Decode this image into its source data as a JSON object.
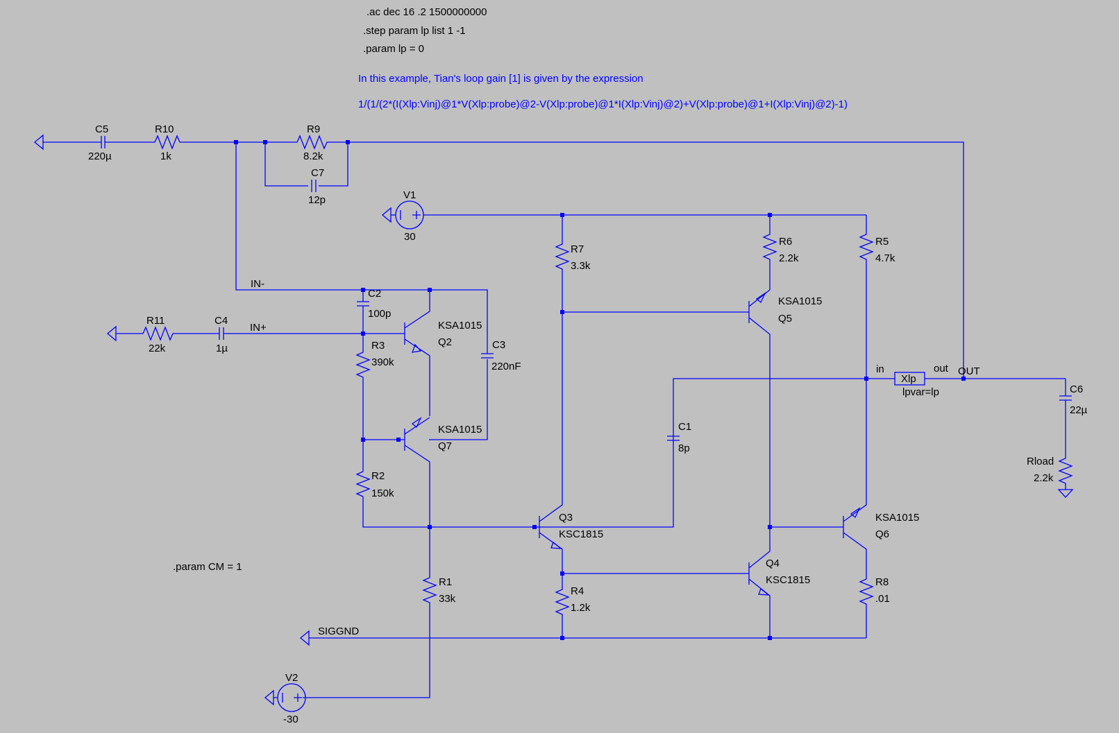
{
  "directives": {
    "ac": ".ac dec 16 .2 1500000000",
    "step": ".step param lp list 1 -1",
    "param_lp": ".param lp = 0",
    "param_cm": ".param CM = 1"
  },
  "comments": {
    "line1": "In this example, Tian's loop gain [1] is given by the expression",
    "line2": "1/(1/(2*(I(Xlp:Vinj)@1*V(Xlp:probe)@2-V(Xlp:probe)@1*I(Xlp:Vinj)@2)+V(Xlp:probe)@1+I(Xlp:Vinj)@2)-1)"
  },
  "components": {
    "C5": {
      "name": "C5",
      "value": "220µ"
    },
    "R10": {
      "name": "R10",
      "value": "1k"
    },
    "R9": {
      "name": "R9",
      "value": "8.2k"
    },
    "C7": {
      "name": "C7",
      "value": "12p"
    },
    "V1": {
      "name": "V1",
      "value": "30"
    },
    "R7": {
      "name": "R7",
      "value": "3.3k"
    },
    "R6": {
      "name": "R6",
      "value": "2.2k"
    },
    "R5": {
      "name": "R5",
      "value": "4.7k"
    },
    "C2": {
      "name": "C2",
      "value": "100p"
    },
    "R11": {
      "name": "R11",
      "value": "22k"
    },
    "C4": {
      "name": "C4",
      "value": "1µ"
    },
    "R3": {
      "name": "R3",
      "value": "390k"
    },
    "Q2": {
      "name": "Q2",
      "model": "KSA1015"
    },
    "C3": {
      "name": "C3",
      "value": "220nF"
    },
    "Q7": {
      "name": "Q7",
      "model": "KSA1015"
    },
    "R2": {
      "name": "R2",
      "value": "150k"
    },
    "Q5": {
      "name": "Q5",
      "model": "KSA1015"
    },
    "C1": {
      "name": "C1",
      "value": "8p"
    },
    "Xlp": {
      "name": "Xlp",
      "param": "lpvar=lp"
    },
    "C6": {
      "name": "C6",
      "value": "22µ"
    },
    "Rload": {
      "name": "Rload",
      "value": "2.2k"
    },
    "Q3": {
      "name": "Q3",
      "model": "KSC1815"
    },
    "Q6": {
      "name": "Q6",
      "model": "KSA1015"
    },
    "Q4": {
      "name": "Q4",
      "model": "KSC1815"
    },
    "R1": {
      "name": "R1",
      "value": "33k"
    },
    "R4": {
      "name": "R4",
      "value": "1.2k"
    },
    "R8": {
      "name": "R8",
      "value": ".01"
    },
    "V2": {
      "name": "V2",
      "value": "-30"
    }
  },
  "nets": {
    "in_minus": "IN-",
    "in_plus": "IN+",
    "out": "OUT",
    "siggnd": "SIGGND",
    "xlp_in": "in",
    "xlp_out": "out"
  },
  "colors": {
    "background": "#c0c0c0",
    "wire": "#0000ff",
    "text": "#000000",
    "comment": "#0000ff"
  }
}
